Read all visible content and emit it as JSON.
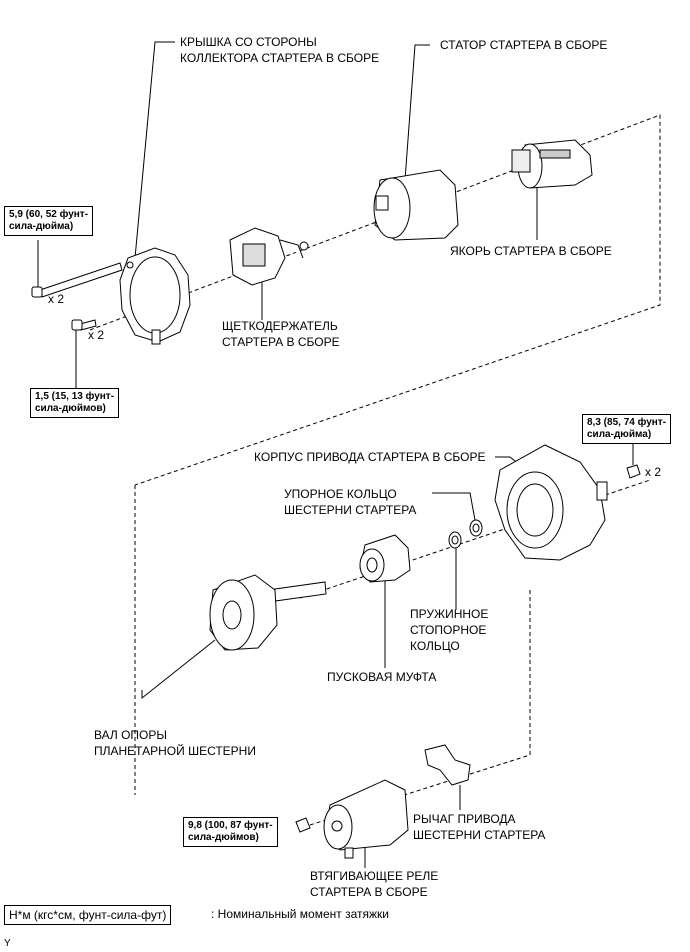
{
  "parts": {
    "commutator_cover": [
      "КРЫШКА СО СТОРОНЫ",
      "КОЛЛЕКТОРА СТАРТЕРА В СБОРЕ"
    ],
    "stator": "СТАТОР СТАРТЕРА В СБОРЕ",
    "armature": "ЯКОРЬ СТАРТЕРА В СБОРЕ",
    "brush_holder": [
      "ЩЕТКОДЕРЖАТЕЛЬ",
      "СТАРТЕРА В СБОРЕ"
    ],
    "drive_housing": "КОРПУС ПРИВОДА СТАРТЕРА В СБОРЕ",
    "thrust_ring": [
      "УПОРНОЕ КОЛЬЦО",
      "ШЕСТЕРНИ СТАРТЕРА"
    ],
    "spring_ring": [
      "ПРУЖИННОЕ",
      "СТОПОРНОЕ",
      "КОЛЬЦО"
    ],
    "clutch": "ПУСКОВАЯ МУФТА",
    "planet_shaft": [
      "ВАЛ ОПОРЫ",
      "ПЛАНЕТАРНОЙ ШЕСТЕРНИ"
    ],
    "drive_lever": [
      "РЫЧАГ ПРИВОДА",
      "ШЕСТЕРНИ СТАРТЕРА"
    ],
    "solenoid": [
      "ВТЯГИВАЮЩЕЕ РЕЛЕ",
      "СТАРТЕРА В СБОРЕ"
    ]
  },
  "torques": {
    "bolt_long": [
      "5,9 (60, 52 фунт-",
      "сила-дюйма)"
    ],
    "screw": [
      "1,5 (15, 13 фунт-",
      "сила-дюймов)"
    ],
    "housing_nut": [
      "8,3 (85, 74 фунт-",
      "сила-дюйма)"
    ],
    "solenoid_nut": [
      "9,8 (100, 87 фунт-",
      "сила-дюймов)"
    ]
  },
  "quantities": {
    "bolt_long": "x 2",
    "screw": "x 2",
    "housing_nut": "x 2"
  },
  "legend": {
    "unit_box": "Н*м (кгс*см, фунт-сила-фут)",
    "text": ": Номинальный момент затяжки"
  },
  "corner_mark": "Y"
}
